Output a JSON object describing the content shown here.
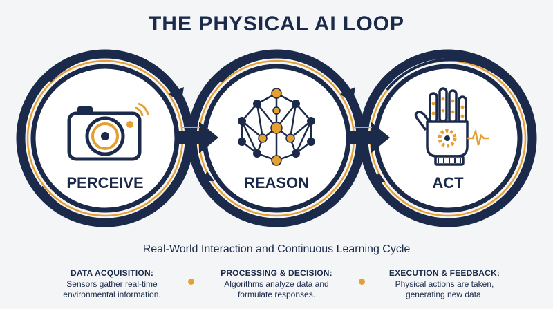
{
  "title": "THE PHYSICAL AI LOOP",
  "stages": [
    {
      "label": "PERCEIVE",
      "icon": "camera-icon"
    },
    {
      "label": "REASON",
      "icon": "neural-network-icon"
    },
    {
      "label": "ACT",
      "icon": "robotic-hand-icon"
    }
  ],
  "subtitle": "Real-World Interaction and Continuous Learning Cycle",
  "details": [
    {
      "heading": "DATA ACQUISITION:",
      "text_line1": "Sensors gather real-time",
      "text_line2": "environmental information."
    },
    {
      "heading": "PROCESSING & DECISION:",
      "text_line1": "Algorithms analyze data and",
      "text_line2": "formulate responses."
    },
    {
      "heading": "EXECUTION & FEEDBACK:",
      "text_line1": "Physical actions are taken,",
      "text_line2": "generating new data."
    }
  ],
  "colors": {
    "navy": "#1b2a4a",
    "accent": "#e5a034",
    "background": "#f4f5f7"
  }
}
